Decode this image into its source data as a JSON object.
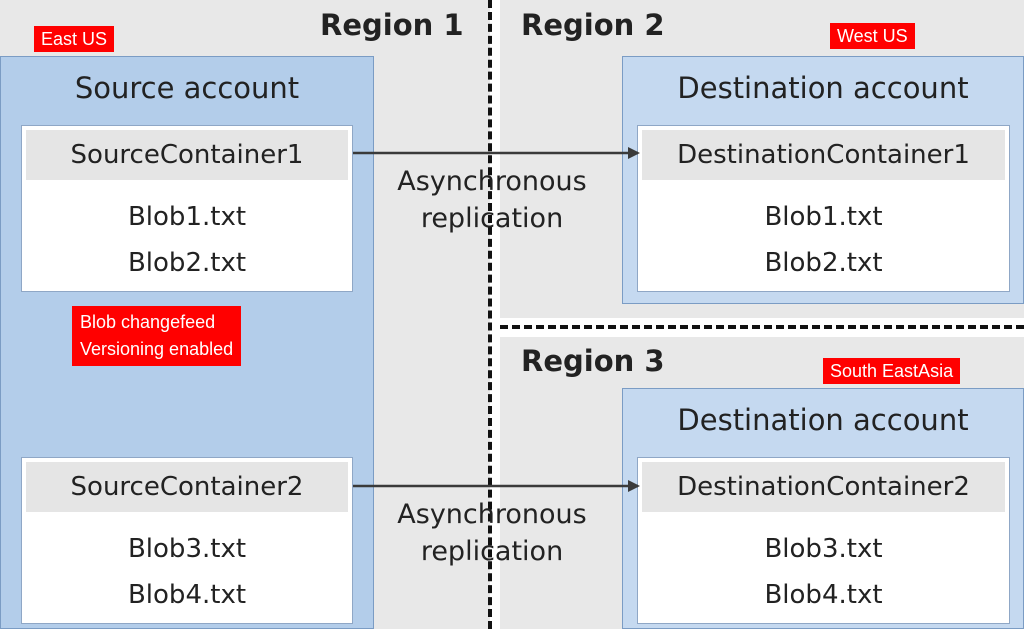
{
  "regions": {
    "r1": {
      "title": "Region 1",
      "location": "East US"
    },
    "r2": {
      "title": "Region 2",
      "location": "West US"
    },
    "r3": {
      "title": "Region 3",
      "location": "South EastAsia"
    }
  },
  "source_account": {
    "title": "Source account",
    "containers": [
      {
        "name": "SourceContainer1",
        "blobs": [
          "Blob1.txt",
          "Blob2.txt"
        ]
      },
      {
        "name": "SourceContainer2",
        "blobs": [
          "Blob3.txt",
          "Blob4.txt"
        ]
      }
    ],
    "features": [
      "Blob changefeed",
      "Versioning enabled"
    ]
  },
  "dest_account_1": {
    "title": "Destination account",
    "container": {
      "name": "DestinationContainer1",
      "blobs": [
        "Blob1.txt",
        "Blob2.txt"
      ]
    }
  },
  "dest_account_2": {
    "title": "Destination account",
    "container": {
      "name": "DestinationContainer2",
      "blobs": [
        "Blob3.txt",
        "Blob4.txt"
      ]
    }
  },
  "replication": {
    "line1": "Asynchronous",
    "line2": "replication"
  }
}
